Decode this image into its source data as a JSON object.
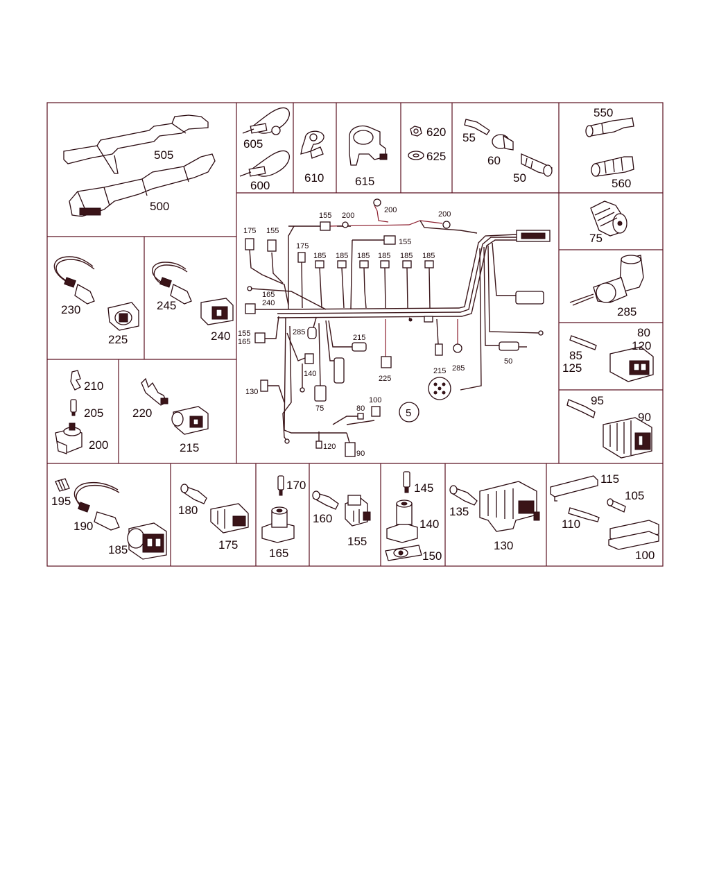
{
  "colors": {
    "frame": "#5a1020",
    "ink": "#2a0a10",
    "accent": "#8a1a2a"
  },
  "cells": {
    "mounting_rails": {
      "top": "505",
      "bottom": "500"
    },
    "cable_ties": {
      "top": "605",
      "bottom": "600"
    },
    "clip": "610",
    "bracket": "615",
    "nut_washer": {
      "nut": "620",
      "washer": "625"
    },
    "bolt_set": {
      "bolt": "55",
      "sleeve": "60",
      "cap": "50"
    },
    "plugs": {
      "top": "550",
      "bottom": "560"
    },
    "pigtail_230": {
      "pigtail": "230",
      "housing": "225"
    },
    "pigtail_245": {
      "pigtail": "245",
      "housing": "240"
    },
    "bulb_holder": {
      "top": "210",
      "mid": "205",
      "bottom": "200"
    },
    "terminal_220": {
      "terminal": "220",
      "housing": "215"
    },
    "connector_75": "75",
    "angled_285": "285",
    "pins_80": {
      "a": "80",
      "b": "120",
      "c": "85",
      "d": "125"
    },
    "pins_95": {
      "pin": "95",
      "housing": "90"
    },
    "pigtail_190": {
      "seal": "195",
      "pigtail": "190",
      "housing": "185"
    },
    "terminal_180": {
      "terminal": "180",
      "housing": "175"
    },
    "socket_165": {
      "pin": "170",
      "socket": "165"
    },
    "terminal_160": {
      "terminal": "160",
      "housing": "155"
    },
    "socket_140": {
      "pin": "145",
      "socket": "140",
      "base": "150"
    },
    "terminal_135": {
      "terminal": "135",
      "housing": "130"
    },
    "cover_115": {
      "cover": "115",
      "pin_a": "105",
      "pin_b": "110",
      "tray": "100"
    }
  },
  "harness": {
    "labels": {
      "l175a": "175",
      "l155a": "155",
      "l155b": "155",
      "l200a": "200",
      "l200b": "200",
      "l200c": "200",
      "l175b": "175",
      "l185a": "185",
      "l185b": "185",
      "l185c": "185",
      "l185d": "185",
      "l185e": "185",
      "l185f": "185",
      "l155c": "155",
      "l165a": "165",
      "l240": "240",
      "l155d": "155",
      "l165b": "165",
      "l285a": "285",
      "l215a": "215",
      "l140": "140",
      "l130": "130",
      "l75": "75",
      "l225": "225",
      "l215b": "215",
      "l285b": "285",
      "l50": "50",
      "l80": "80",
      "l100": "100",
      "l120": "120",
      "l90": "90"
    },
    "callout": "5"
  }
}
